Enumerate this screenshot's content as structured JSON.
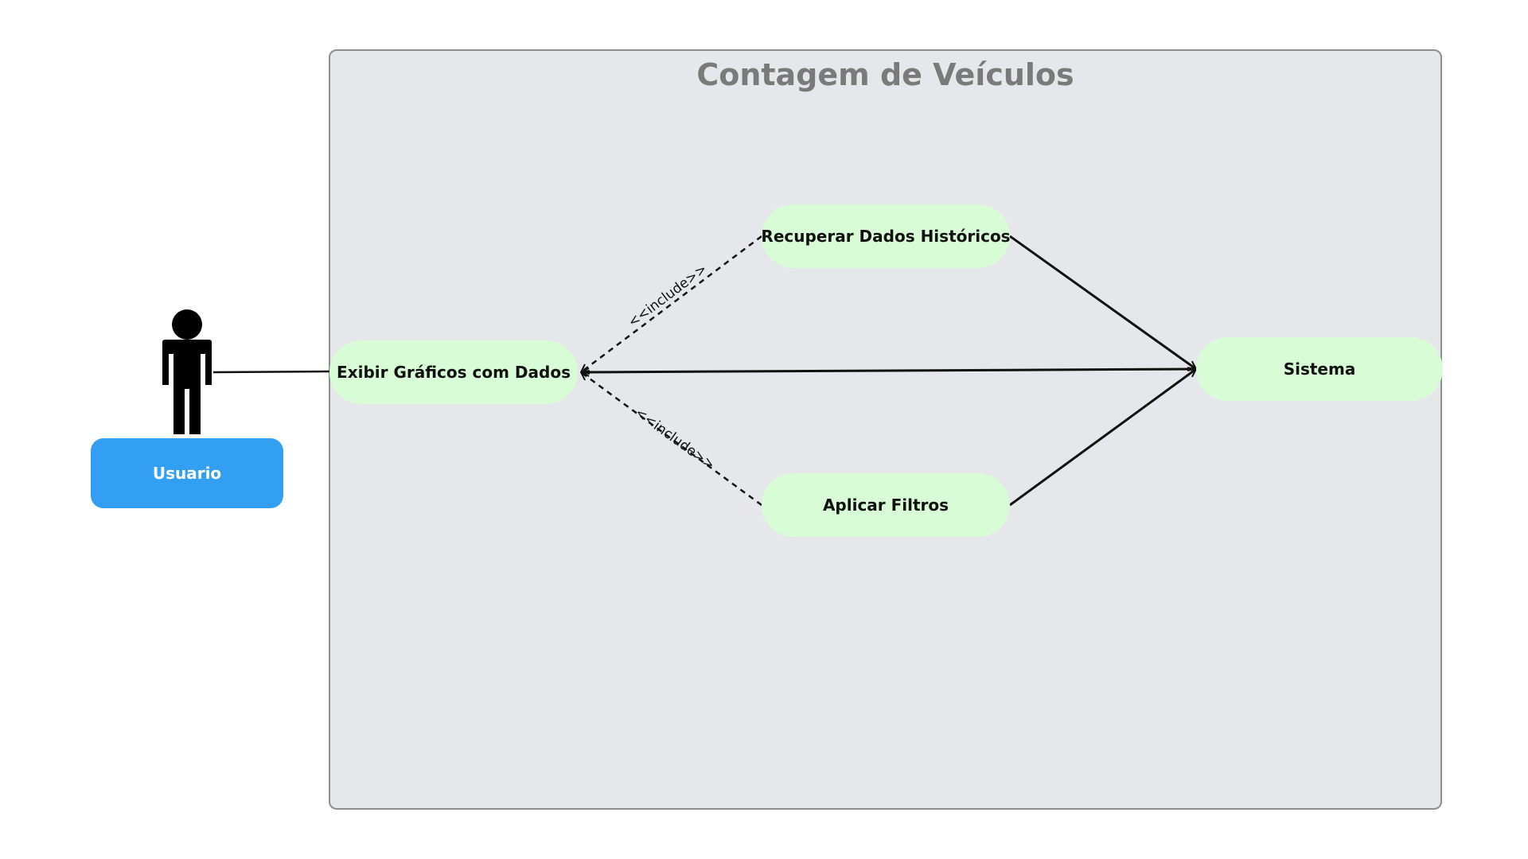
{
  "diagram": {
    "system_title": "Contagem de Veículos",
    "actor": {
      "label": "Usuario"
    },
    "use_cases": {
      "exibir": "Exibir Gráficos com Dados",
      "recuperar": "Recuperar Dados Históricos",
      "aplicar": "Aplicar Filtros",
      "sistema": "Sistema"
    },
    "relations": {
      "include_top": "<<include>>",
      "include_bottom": "<<include>>"
    }
  },
  "colors": {
    "boundary_fill": "#e6e7ea",
    "boundary_border": "#8e8e8e",
    "use_case_fill": "#d8fcd6",
    "actor_label_fill": "#339ff2",
    "title_text": "#7a7a7a"
  }
}
